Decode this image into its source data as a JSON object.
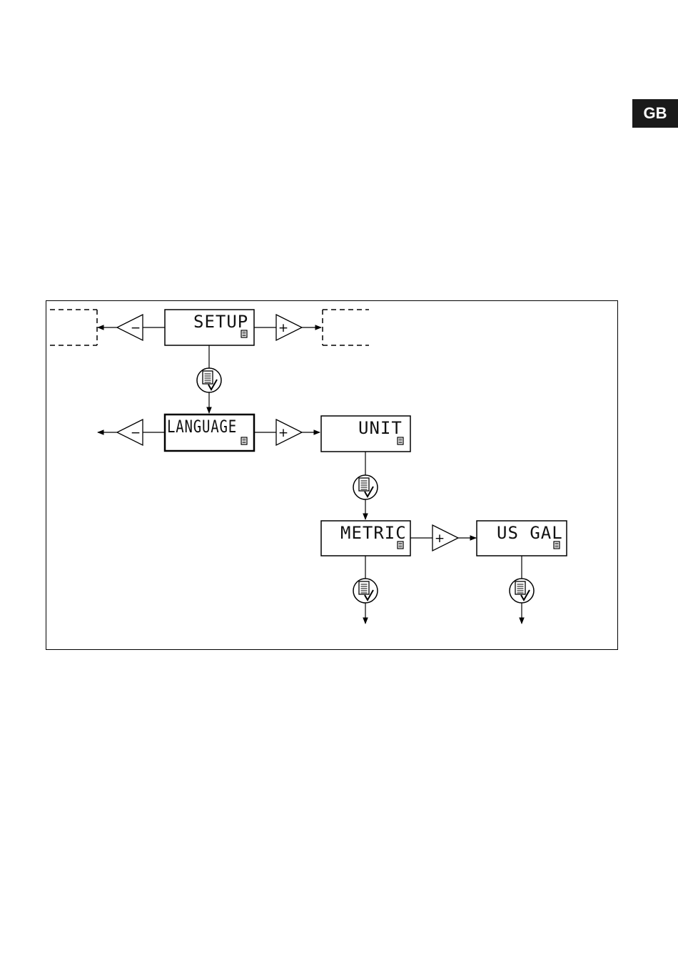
{
  "page_tab": {
    "label": "GB"
  },
  "screens": {
    "setup": "SETUP",
    "language": "LANGUAGE",
    "unit": "UNIT",
    "metric": "METRIC",
    "us_gal": "US GAL"
  },
  "buttons": {
    "minus": "−",
    "plus": "+"
  }
}
